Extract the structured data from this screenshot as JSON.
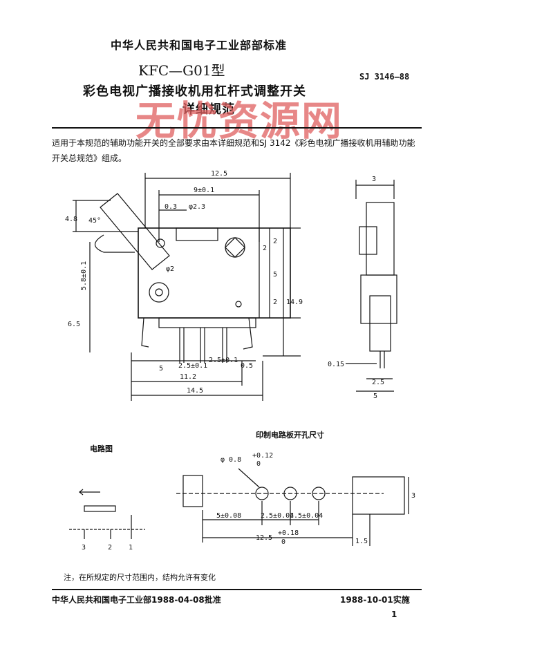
{
  "header": {
    "organization": "中华人民共和国电子工业部部标准",
    "model": "KFC—G01型",
    "standard_no": "SJ 3146—88",
    "title_line1": "彩色电视广播接收机用杠杆式调整开关",
    "title_line2": "详细规范",
    "watermark": "无忧资源网"
  },
  "intro": "适用于本规范的辅助功能开关的全部要求由本详细规范和SJ 3142《彩色电视广播接收机用辅助功能开关总规范》组成。",
  "drawing_main": {
    "dims": {
      "d_12_5": "12.5",
      "d_9": "9±0.1",
      "d_0_3": "0.3",
      "d_phi23": "φ2.3",
      "d_4_8": "4.8",
      "d_45": "45°",
      "d_5_8": "5.8±0.1",
      "d_phi2": "φ2",
      "d_6_5": "6.5",
      "d_2a": "2",
      "d_2b": "2",
      "d_2c": "2",
      "d_5": "5",
      "d_14_9": "14.9",
      "d_bot_5": "5",
      "d_bot_25a": "2.5±0.1",
      "d_bot_25b": "2.5±0.1",
      "d_bot_05": "0.5",
      "d_11_2": "11.2",
      "d_14_5": "14.5"
    }
  },
  "drawing_side": {
    "dims": {
      "d_3": "3",
      "d_015": "0.15",
      "d_25": "2.5",
      "d_5": "5"
    }
  },
  "circuit": {
    "label": "电路图",
    "pins": [
      "3",
      "2",
      "1"
    ]
  },
  "pcb": {
    "label": "印制电路板开孔尺寸",
    "d_hole": "φ 0.8",
    "d_hole_tol_plus": "+0.12",
    "d_hole_tol_minus": "0",
    "d_5": "5±0.08",
    "d_25a": "2.5±0.04",
    "d_25b": "2.5±0.04",
    "d_12_5": "12.5",
    "d_12_5_tol_plus": "+0.18",
    "d_12_5_tol_minus": "0",
    "d_3": "3",
    "d_1_5": "1.5"
  },
  "note": "注，在所规定的尺寸范围内，结构允许有变化",
  "footer": {
    "left": "中华人民共和国电子工业部1988-04-08批准",
    "right": "1988-10-01实施",
    "page": "1"
  }
}
